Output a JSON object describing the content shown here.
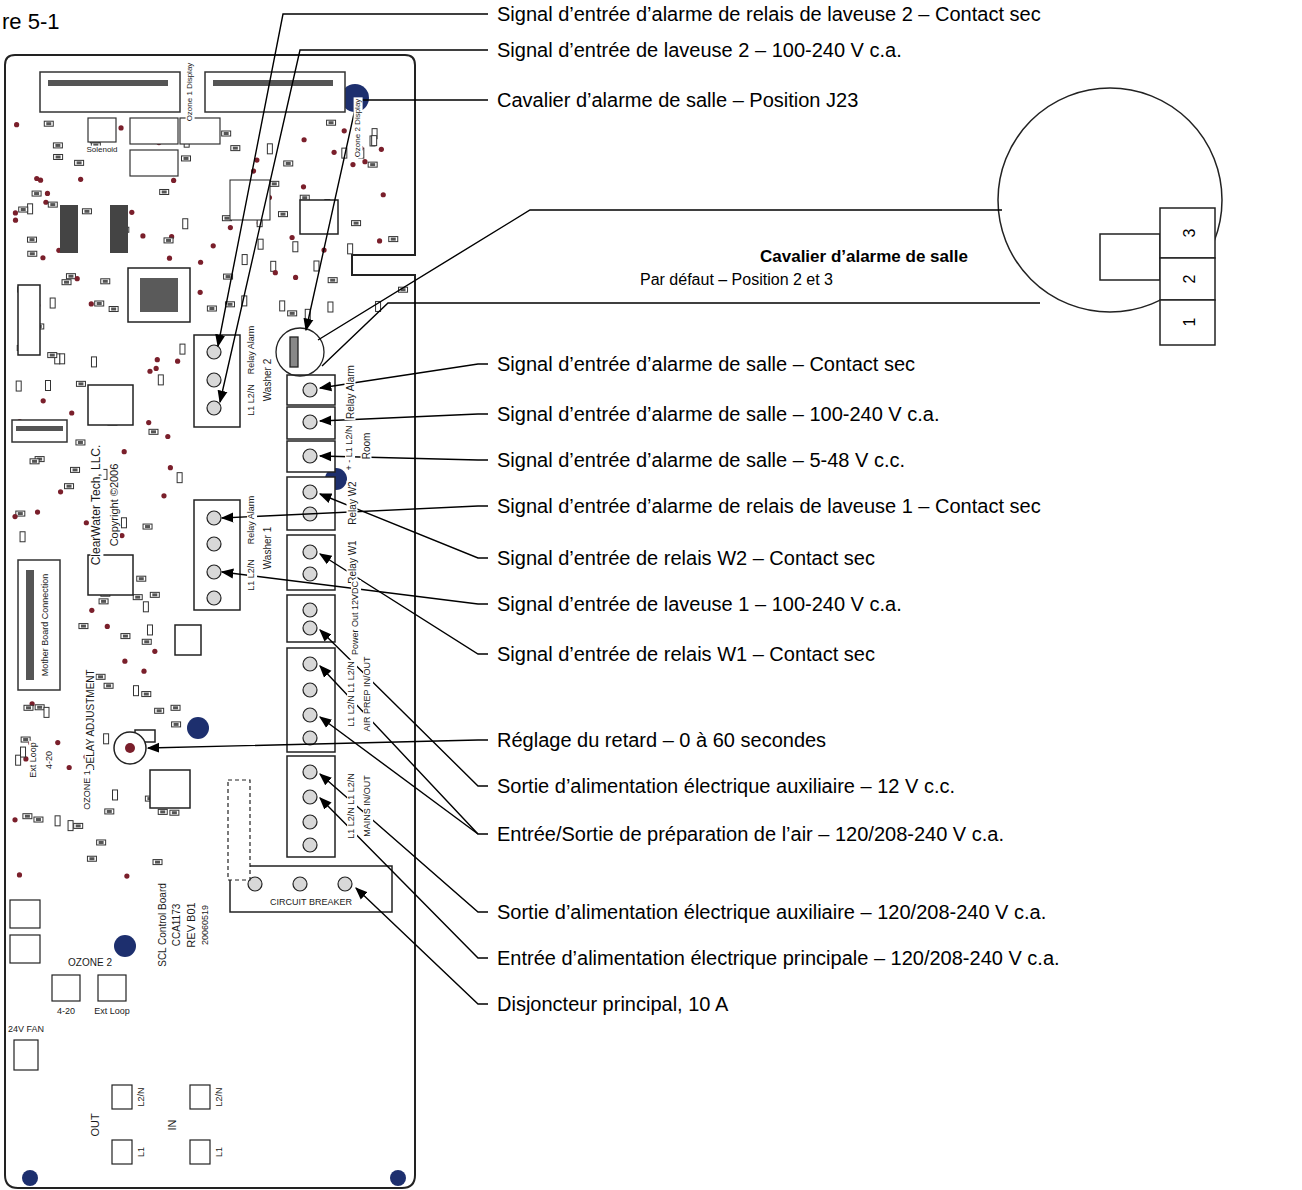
{
  "diagram": {
    "labels": [
      "re 5-1",
      "Signal d’entrée d’alarme de relais de laveuse 2 – Contact sec",
      "Signal d’entrée de laveuse 2 – 100-240 V c.a.",
      "Cavalier d’alarme de salle – Position J23",
      "Signal d’entrée d’alarme de salle – Contact sec",
      "Signal d’entrée d’alarme de salle – 100-240 V c.a.",
      "Signal d’entrée d’alarme de salle – 5-48 V c.c.",
      "Signal d’entrée d’alarme de relais de laveuse 1 – Contact sec",
      "Signal d’entrée de relais W2 – Contact sec",
      "Signal d’entrée de laveuse 1 – 100-240 V c.a.",
      "Signal d’entrée de relais W1 – Contact sec",
      "Réglage du retard – 0 à 60 secondes",
      "Sortie d’alimentation électrique auxiliaire – 12 V c.c.",
      "Entrée/Sortie de préparation de l’air – 120/208-240 V c.a.",
      "Sortie d’alimentation électrique auxiliaire – 120/208-240 V c.a.",
      "Entrée d’alimentation électrique principale – 120/208-240 V c.a.",
      "Disjoncteur principal, 10 A",
      "Cavalier d’alarme de salle",
      "Par défaut – Position 2 et 3",
      "3",
      "2",
      "1",
      "ClearWater Tech, LLC.",
      "Copyright ©2006",
      "Relay Alarm",
      "L1 L2/N",
      "Washer 2",
      "Relay Alarm",
      "L1 L2/N",
      "Washer 1",
      "Relay Alarm",
      "+ - L1 L2/N",
      "Room",
      "Relay W2",
      "Relay W1",
      "Power Out 12VDC",
      "L1 L2/N L1 L2/N",
      "AIR PREP IN/OUT",
      "L1 L2/N L1 L2/N",
      "MAINS IN/OUT",
      "CIRCUIT BREAKER",
      "DELAY ADJUSTMENT",
      "SCL Control Board",
      "CCA1173",
      "REV B01",
      "20060519",
      "OZONE 1",
      "Ext Loop",
      "4-20",
      "OZONE 2",
      "4-20",
      "Ext Loop",
      "24V FAN",
      "OUT",
      "IN",
      "L2/N",
      "L1",
      "L2/N",
      "L1",
      "Mother Board Connection",
      "Ozone 1 Display",
      "Ozone 2 Display",
      "Solenoid"
    ]
  }
}
